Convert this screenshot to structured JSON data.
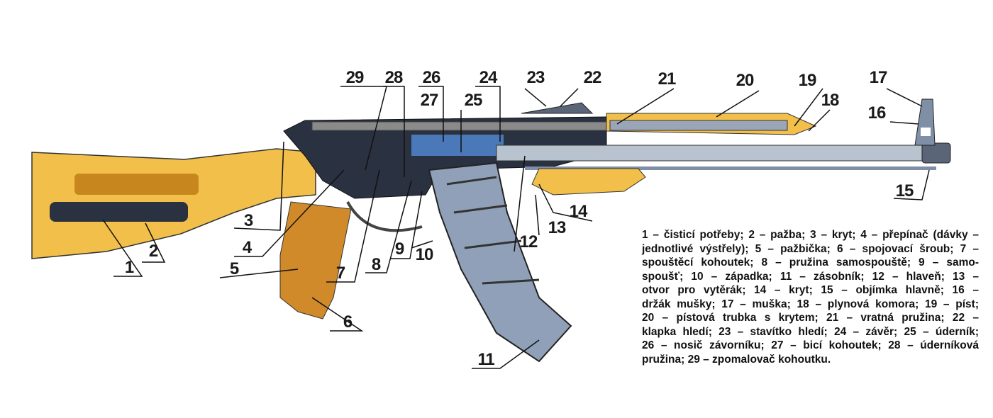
{
  "part_numbers": [
    "1",
    "2",
    "3",
    "4",
    "5",
    "6",
    "7",
    "8",
    "9",
    "10",
    "11",
    "12",
    "13",
    "14",
    "15",
    "16",
    "17",
    "18",
    "19",
    "20",
    "21",
    "22",
    "23",
    "24",
    "25",
    "26",
    "27",
    "28",
    "29"
  ],
  "legend_lines": [
    "1 – čisticí potřeby; 2 – pažba; 3 – kryt; 4 – přepínač (dávky –",
    "jednotlivé výstřely); 5 – pažbička; 6 – spojovací šroub; 7 –",
    "spouštěcí kohoutek; 8 – pružina samospouště; 9 – samo-",
    "spoušť; 10 – západka; 11 – zásobník; 12 – hlaveň; 13 –",
    "otvor pro vytěrák; 14 – kryt; 15 – objímka hlavně; 16 –",
    "držák mušky; 17 – muška; 18 – plynová komora; 19 – píst;",
    "20 – pístová trubka s krytem; 21 – vratná pružina; 22 –",
    "klapka hledí; 23 – stavítko hledí; 24 – závěr; 25 – úderník;",
    "26 – nosič závorníku; 27 – bicí kohoutek; 28 – úderníková",
    "pružina; 29 – zpomalovač kohoutku."
  ],
  "colors": {
    "wood": "#f2c04a",
    "wood_dark": "#c8871e",
    "metal": "#7e8fa6",
    "metal_dark": "#2a3140",
    "blue": "#4a78b8",
    "grip": "#d18a2a"
  }
}
